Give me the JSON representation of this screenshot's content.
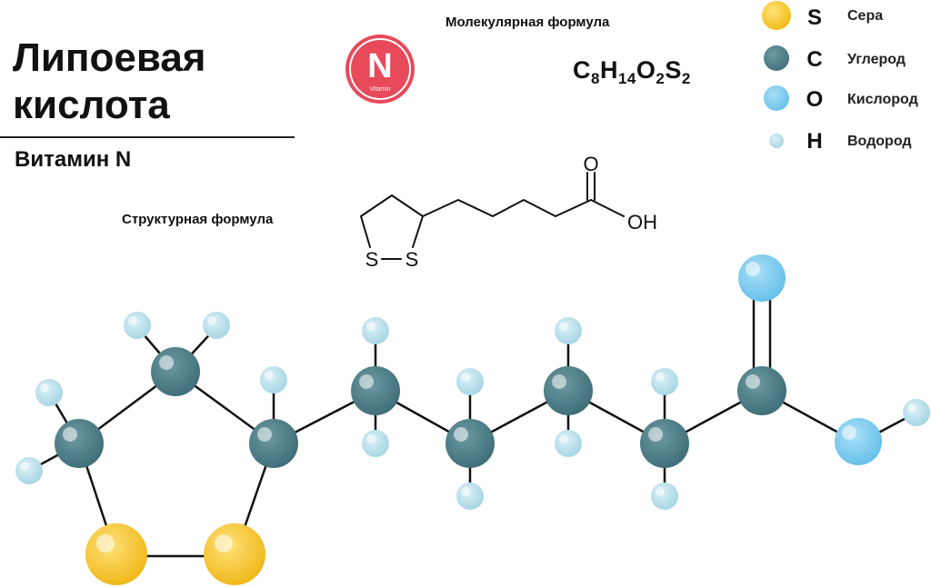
{
  "title": "Липоевая кислота",
  "subtitle": "Витамин N",
  "badge": {
    "letter": "N",
    "text": "Vitamin",
    "color": "#e84a5a"
  },
  "molecular_formula": {
    "label": "Молекулярная формула",
    "parts": [
      {
        "el": "C",
        "n": "8"
      },
      {
        "el": "H",
        "n": "14"
      },
      {
        "el": "O",
        "n": "2"
      },
      {
        "el": "S",
        "n": "2"
      }
    ]
  },
  "structural_formula": {
    "label": "Структурная формула",
    "atoms": {
      "o_top": "O",
      "oh": "OH",
      "s1": "S",
      "s2": "S"
    }
  },
  "legend": [
    {
      "symbol": "S",
      "name": "Сера",
      "color": "#f4c21f",
      "icon": "sulfur-atom-icon"
    },
    {
      "symbol": "C",
      "name": "Углерод",
      "color": "#4e7f88",
      "icon": "carbon-atom-icon"
    },
    {
      "symbol": "O",
      "name": "Кислород",
      "color": "#7ecbef",
      "icon": "oxygen-atom-icon"
    },
    {
      "symbol": "H",
      "name": "Водород",
      "color": "#b7e0ea",
      "icon": "hydrogen-atom-icon"
    }
  ]
}
